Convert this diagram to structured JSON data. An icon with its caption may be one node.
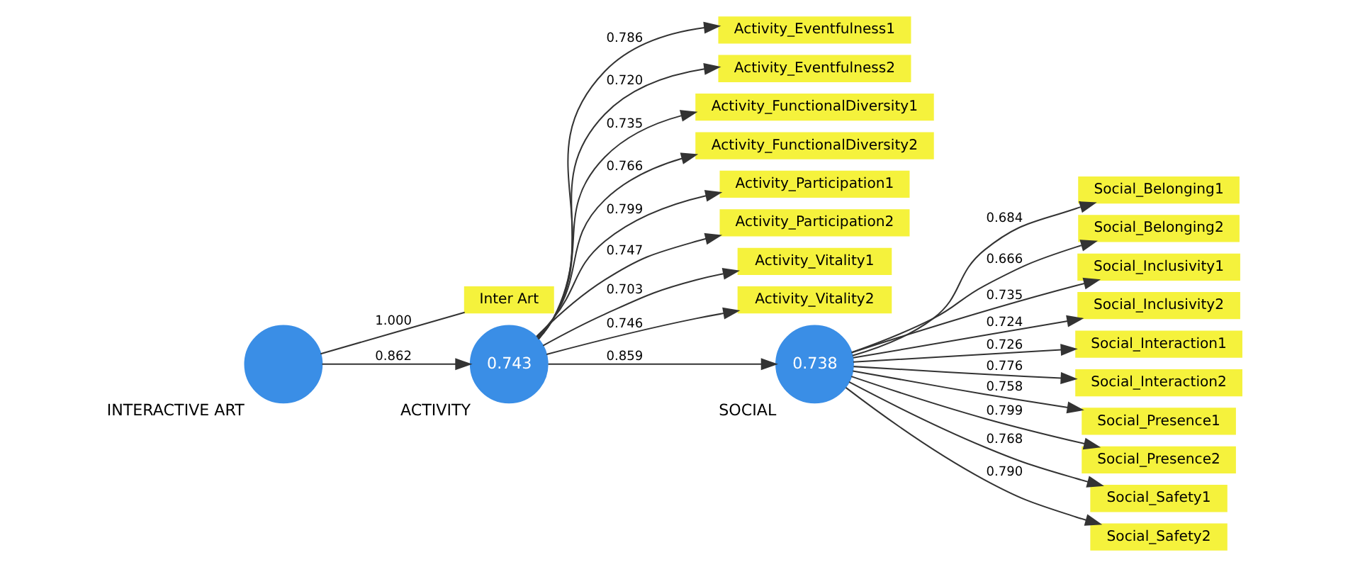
{
  "diagram": {
    "nodes": [
      {
        "text": [],
        "shape": "circle",
        "beside": [
          "INTERACTIVE ART"
        ]
      },
      {
        "text": [
          "Inter Art"
        ]
      },
      {
        "text": [
          "0.743"
        ],
        "beside": [
          "ACTIVITY"
        ]
      },
      {
        "text": [
          "Activity_Eventfulness1"
        ]
      },
      {
        "text": [
          "Activity_Eventfulness2"
        ]
      },
      {
        "text": [
          "Activity_FunctionalDiversity1"
        ]
      },
      {
        "text": [
          "Activity_FunctionalDiversity2"
        ]
      },
      {
        "text": [
          "Activity_Participation1"
        ]
      },
      {
        "text": [
          "Activity_Participation2"
        ]
      },
      {
        "text": [
          "Activity_Vitality1"
        ]
      },
      {
        "text": [
          "Activity_Vitality2"
        ]
      },
      {
        "text": [
          "0.738"
        ],
        "beside": [
          "SOCIAL"
        ]
      },
      {
        "text": [
          "Social_Belonging1"
        ]
      },
      {
        "text": [
          "Social_Belonging2"
        ]
      },
      {
        "text": [
          "Social_Inclusivity1"
        ]
      },
      {
        "text": [
          "Social_Inclusivity2"
        ]
      },
      {
        "text": [
          "Social_Interaction1"
        ]
      },
      {
        "text": [
          "Social_Interaction2"
        ]
      },
      {
        "text": [
          "Social_Presence1"
        ]
      },
      {
        "text": [
          "Social_Presence2"
        ]
      },
      {
        "text": [
          "Social_Safety1"
        ]
      },
      {
        "text": [
          "Social_Safety2"
        ]
      }
    ],
    "edges": [
      {
        "from": 0,
        "to": 1,
        "arrow": "none",
        "label": "1.000"
      },
      {
        "from": 0,
        "to": 2,
        "arrow": "to",
        "label": "0.862"
      },
      {
        "from": 2,
        "to": 3,
        "arrow": "to",
        "label": "0.786"
      },
      {
        "from": 2,
        "to": 4,
        "arrow": "to",
        "label": "0.720"
      },
      {
        "from": 2,
        "to": 5,
        "arrow": "to",
        "label": "0.735"
      },
      {
        "from": 2,
        "to": 6,
        "arrow": "to",
        "label": "0.766"
      },
      {
        "from": 2,
        "to": 7,
        "arrow": "to",
        "label": "0.799"
      },
      {
        "from": 2,
        "to": 8,
        "arrow": "to",
        "label": "0.747"
      },
      {
        "from": 2,
        "to": 9,
        "arrow": "to",
        "label": "0.703"
      },
      {
        "from": 2,
        "to": 10,
        "arrow": "to",
        "label": "0.746"
      },
      {
        "from": 2,
        "to": 11,
        "arrow": "to",
        "label": "0.859"
      },
      {
        "from": 11,
        "to": 12,
        "arrow": "to",
        "label": "0.684"
      },
      {
        "from": 11,
        "to": 13,
        "arrow": "to",
        "label": "0.666"
      },
      {
        "from": 11,
        "to": 14,
        "arrow": "to",
        "label": "0.735"
      },
      {
        "from": 11,
        "to": 15,
        "arrow": "to",
        "label": "0.724"
      },
      {
        "from": 11,
        "to": 16,
        "arrow": "to",
        "label": "0.726"
      },
      {
        "from": 11,
        "to": 17,
        "arrow": "to",
        "label": "0.776"
      },
      {
        "from": 11,
        "to": 18,
        "arrow": "to",
        "label": "0.758"
      },
      {
        "from": 11,
        "to": 19,
        "arrow": "to",
        "label": "0.799"
      },
      {
        "from": 11,
        "to": 20,
        "arrow": "to",
        "label": "0.768"
      },
      {
        "from": 11,
        "to": 21,
        "arrow": "to",
        "label": "0.790"
      }
    ]
  }
}
